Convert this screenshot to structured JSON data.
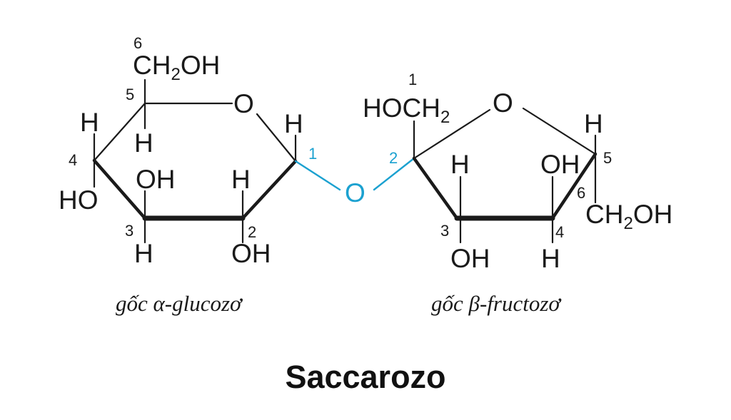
{
  "colors": {
    "accent": "#1ba1d0",
    "ink": "#1a1a1a"
  },
  "title": "Saccarozo",
  "glucose": {
    "caption": "gốc α-glucozơ",
    "ch2oh_top": "CH2OH",
    "ring_oxygen": "O",
    "atoms": {
      "h_c4": "H",
      "ho_c4": "HO",
      "h_c5": "H",
      "oh_c3": "OH",
      "h_c3": "H",
      "h_c2": "H",
      "oh_c2": "OH",
      "h_c1": "H"
    },
    "numbers": {
      "c6": "6",
      "c5": "5",
      "c4": "4",
      "c3": "3",
      "c2": "2",
      "c1": "1"
    }
  },
  "bridge": {
    "oxygen": "O"
  },
  "fructose": {
    "caption": "gốc β-fructozơ",
    "hoch2_top": "HOCH2",
    "ring_oxygen": "O",
    "ch2oh_right": "CH2OH",
    "atoms": {
      "h_c3": "H",
      "oh_c3": "OH",
      "oh_c4": "OH",
      "h_c4": "H",
      "h_c5": "H"
    },
    "numbers": {
      "c1": "1",
      "c2": "2",
      "c3": "3",
      "c4": "4",
      "c5": "5",
      "c6": "6"
    }
  }
}
